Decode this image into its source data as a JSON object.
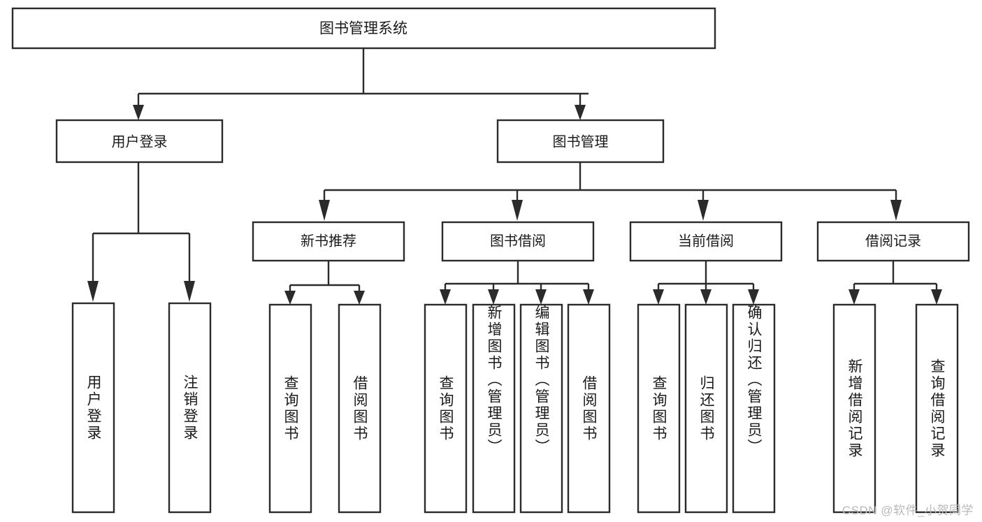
{
  "diagram": {
    "title": "图书管理系统",
    "type": "tree-hierarchy-chart",
    "watermark": "CSDN @软件_小贺同学",
    "colors": {
      "stroke": "#2b2b2b",
      "fill": "#ffffff",
      "text": "#1a1a1a",
      "watermark": "#b9b9b9",
      "background": "#ffffff"
    },
    "root": {
      "label": "图书管理系统"
    },
    "level2": [
      {
        "label": "用户登录"
      },
      {
        "label": "图书管理"
      }
    ],
    "level3": [
      {
        "label": "新书推荐"
      },
      {
        "label": "图书借阅"
      },
      {
        "label": "当前借阅"
      },
      {
        "label": "借阅记录"
      }
    ],
    "leaves": {
      "user_login": [
        {
          "label": "用户登录"
        },
        {
          "label": "注销登录"
        }
      ],
      "new_book_recommend": [
        {
          "label": "查询图书"
        },
        {
          "label": "借阅图书"
        }
      ],
      "book_borrow": [
        {
          "label": "查询图书"
        },
        {
          "label": "新增图书（管理员）"
        },
        {
          "label": "编辑图书（管理员）"
        },
        {
          "label": "借阅图书"
        }
      ],
      "current_borrow": [
        {
          "label": "查询图书"
        },
        {
          "label": "归还图书"
        },
        {
          "label": "确认归还（管理员）"
        }
      ],
      "borrow_record": [
        {
          "label": "新增借阅记录"
        },
        {
          "label": "查询借阅记录"
        }
      ]
    }
  }
}
